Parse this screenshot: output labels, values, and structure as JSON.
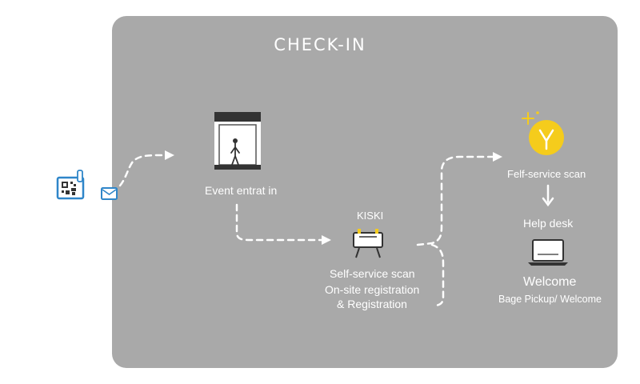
{
  "diagram": {
    "title": "CHECK-IN",
    "labels": {
      "event_entrance": "Event entrat in",
      "kiosk": "KISKI",
      "kiosk_scan": "Self-service scan",
      "onsite_registration": "On-site registration",
      "registration": "& Registration",
      "self_service_scan": "Felf-service scan",
      "help_desk": "Help desk",
      "welcome": "Welcome",
      "badge_pickup": "Bage Pickup/ Welcome"
    },
    "icons": [
      "qr-ticket-icon",
      "email-icon",
      "entrance-gate-icon",
      "kiosk-icon",
      "scan-lightbulb-icon",
      "laptop-icon"
    ],
    "colors": {
      "panel": "#a9a9a9",
      "text": "#ffffff",
      "accent_yellow": "#f5cc1c",
      "icon_blue": "#2f86c9"
    }
  }
}
